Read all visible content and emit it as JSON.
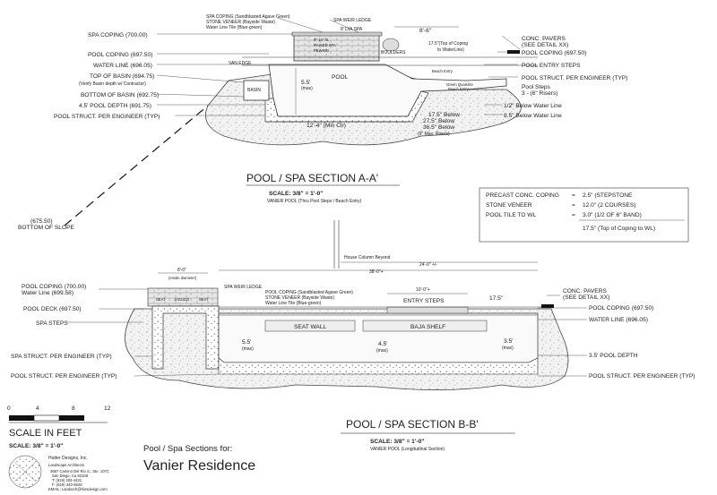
{
  "section_a": {
    "title": "POOL / SPA SECTION A-A'",
    "scale": "SCALE: 3/8\" = 1'-0\"",
    "subtitle": "VANIER POOL (Thru Pool Steps / Beach Entry)",
    "left_labels": [
      "SPA COPING (700.00)",
      "POOL COPING (697.50)",
      "WATER LINE (696.05)",
      "TOP OF BASIN (694.75)",
      "(Verify Basin depth w/ Contractor)",
      "BOTTOM OF BASIN (692.75)",
      "4.5' POOL DEPTH (691.75)",
      "POOL STRUCT. PER ENGINEER (TYP)"
    ],
    "top_notes": [
      "SPA COPING (Sandblasted Agave Green)",
      "STONE VENEER (Bayside Waste)",
      "Water Line Tile (Blue-green)",
      "SPA WEIR LEDGE",
      "8' DIA SPA"
    ],
    "spa_inner": [
      "8\"-10\" ht.",
      "RAISED SPA",
      "PEWING"
    ],
    "right_labels": [
      "CONC. PAVERS",
      "(SEE DETAIL XX)",
      "POOL COPING (697.50)",
      "POOL ENTRY STEPS",
      "POOL STRUCT. PER ENGINEER (TYP)",
      "Pool Steps",
      "3 - (6\" Risers)",
      "1/2\" Below Water Line",
      "8.5\" Below Water Line"
    ],
    "inner": {
      "van_edge": "VAN EDGE",
      "basin": "BASIN",
      "pool": "POOL",
      "boulders": "BOULDERS",
      "depth": "5.5'",
      "depth_note": "(max)",
      "width": "12'-4\" (Min Clr)",
      "dim_top": "8'-6\"",
      "coping_note": "17.5\"(Top of Coping",
      "coping_note2": "to WaterLine)",
      "beach_entry": "Beach Entry",
      "green_quartzite": "Green Quartzite",
      "beach_entry2": "Beach Entry",
      "below1": "17.5\" Below",
      "below2": "27.5\" Below",
      "below3": "36.5\" Below",
      "risers": "(9\" Max. Risers)"
    }
  },
  "bottom_of_slope": {
    "elev": "(675.50)",
    "label": "BOTTOM OF SLOPE"
  },
  "legend": {
    "rows": [
      [
        "PRECAST CONC. COPING",
        "=",
        "2.5\" (STEPSTONE"
      ],
      [
        "STONE VENEER",
        "=",
        "12.0\" (2 COURSES)"
      ],
      [
        "POOL TILE TO WL",
        "=",
        "3.0\" (1/2 OF 6\" BAND)"
      ],
      [
        "",
        "",
        "17.5\" (Top of Coping to WL)"
      ]
    ]
  },
  "section_b": {
    "title": "POOL / SPA SECTION B-B'",
    "scale": "SCALE: 3/8\" = 1'-0\"",
    "subtitle": "VANIER POOL (Longitudinal Section)",
    "left_labels": [
      "POOL COPING (700.00)",
      "Water Line (699.58)",
      "POOL DECK (697.50)",
      "SPA STEPS",
      "SPA STRUCT. PER ENGINEER (TYP)",
      "POOL STRUCT. PER ENGINEER (TYP)"
    ],
    "top_notes": [
      "SPA WEIR LEDGE",
      "POOL COPING (Sandblasted Agave Green)",
      "STONE VENEER (Bayside Waste)",
      "Water Line Tile (Blue-green)"
    ],
    "right_labels": [
      "CONC. PAVERS",
      "(SEE DETAIL XX)",
      "POOL COPING (697.50)",
      "WATER LINE (696.05)",
      "3.5' POOL DEPTH",
      "POOL STRUCT. PER ENGINEER (TYP)"
    ],
    "inner": {
      "house_beyond": "House Column Beyond",
      "dim_24": "24'-0\" +/-",
      "dim_38": "38'-0\"+",
      "dim_8": "8'-0\"",
      "dim_8_note": "(Inside diameter)",
      "seat1": "SEAT",
      "jacuzzi": "JACUZZI",
      "seat2": "SEAT",
      "seat_wall": "SEAT WALL",
      "baja": "BAJA SHELF",
      "entry_steps": "ENTRY STEPS",
      "dim_10": "10'-0\"+",
      "dim_17": "17.5\"",
      "d55": "5.5'",
      "d55n": "(max)",
      "d45": "4.5'",
      "d45n": "(max)",
      "d35": "3.5'",
      "d35n": "(max)"
    }
  },
  "scale_bar": {
    "ticks": [
      "0",
      "4",
      "8",
      "12"
    ],
    "label": "SCALE IN FEET",
    "scale": "SCALE: 3/8\" = 1'-0\""
  },
  "title_block": {
    "subtitle": "Pool / Spa Sections for:",
    "title": "Vanier Residence"
  },
  "company": {
    "name": "Hutter Designs, Inc.",
    "type": "Landscape Architects",
    "address1": "3667 Camino Del Rio S., Ste. 107C",
    "address2": "San Diego, Ca 92108",
    "phone": "T: (619) 283-4431",
    "fax": "F: (619) 342-6528",
    "email": "EMAIL: Landarch@hinsdesign.com"
  }
}
